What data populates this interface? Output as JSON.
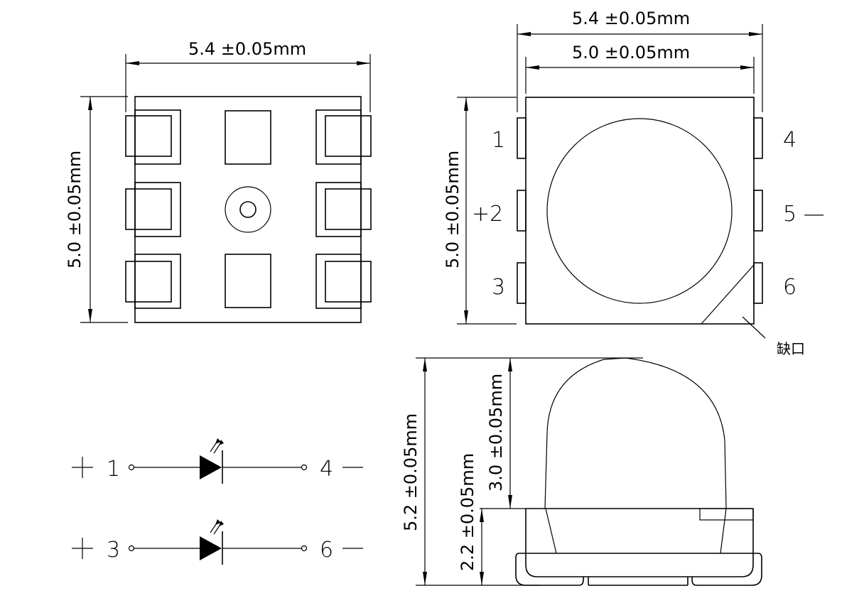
{
  "bottom_view": {
    "width_dim": "5.4 ±0.05mm",
    "height_dim": "5.0 ±0.05mm"
  },
  "top_view": {
    "outer_width_dim": "5.4 ±0.05mm",
    "inner_width_dim": "5.0 ±0.05mm",
    "height_dim": "5.0 ±0.05mm",
    "pins_left": [
      "1",
      "+2",
      "3"
    ],
    "pins_right": [
      "4",
      "5 —",
      "6"
    ],
    "notch_label": "缺口"
  },
  "side_view": {
    "total_height_dim": "5.2 ±0.05mm",
    "dome_height_dim": "3.0 ±0.05mm",
    "base_height_dim": "2.2 ±0.05mm"
  },
  "schematic": {
    "rows": [
      {
        "left_sign": "+",
        "left_pin": "1",
        "right_pin": "4",
        "right_sign": "—"
      },
      {
        "left_sign": "+",
        "left_pin": "3",
        "right_pin": "6",
        "right_sign": "—"
      }
    ]
  }
}
